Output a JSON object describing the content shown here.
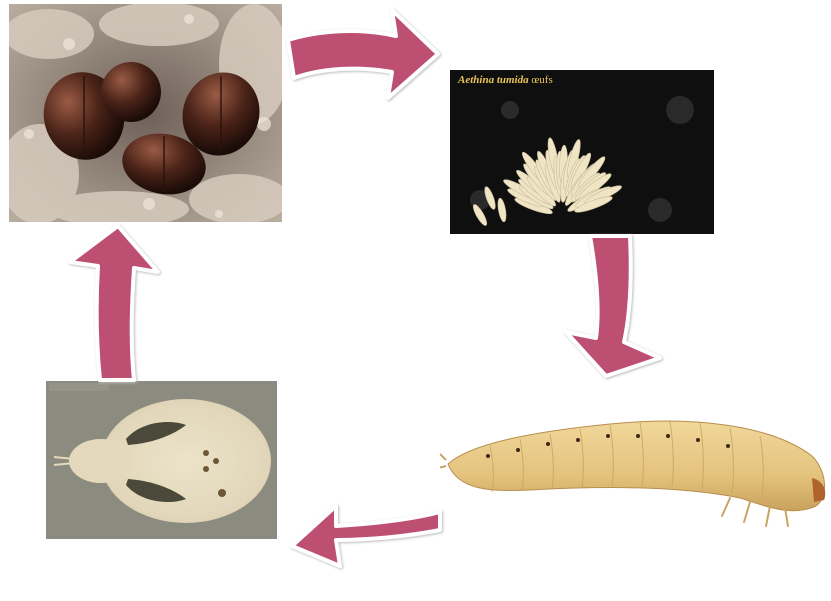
{
  "stages": {
    "adults": {
      "icon": "adult-beetles-photo"
    },
    "eggs": {
      "caption_species": "Aethina tumida",
      "caption_word": "œufs",
      "icon": "egg-mass-photo"
    },
    "larva": {
      "icon": "larva-photo"
    },
    "pupa": {
      "icon": "pupa-photo"
    }
  },
  "colors": {
    "arrow_fill": "#bd4f72",
    "arrow_outline": "#ffffff",
    "arrow_shadow": "#b9b9b9",
    "egg_background": "#0f0f0f",
    "egg_color": "#efe4c4",
    "larva_body": "#e4c37e",
    "pupa_background": "#8c8b7f",
    "pupa_body": "#e1d6b9"
  },
  "cycle_order": [
    "adults",
    "eggs",
    "larva",
    "pupa"
  ]
}
